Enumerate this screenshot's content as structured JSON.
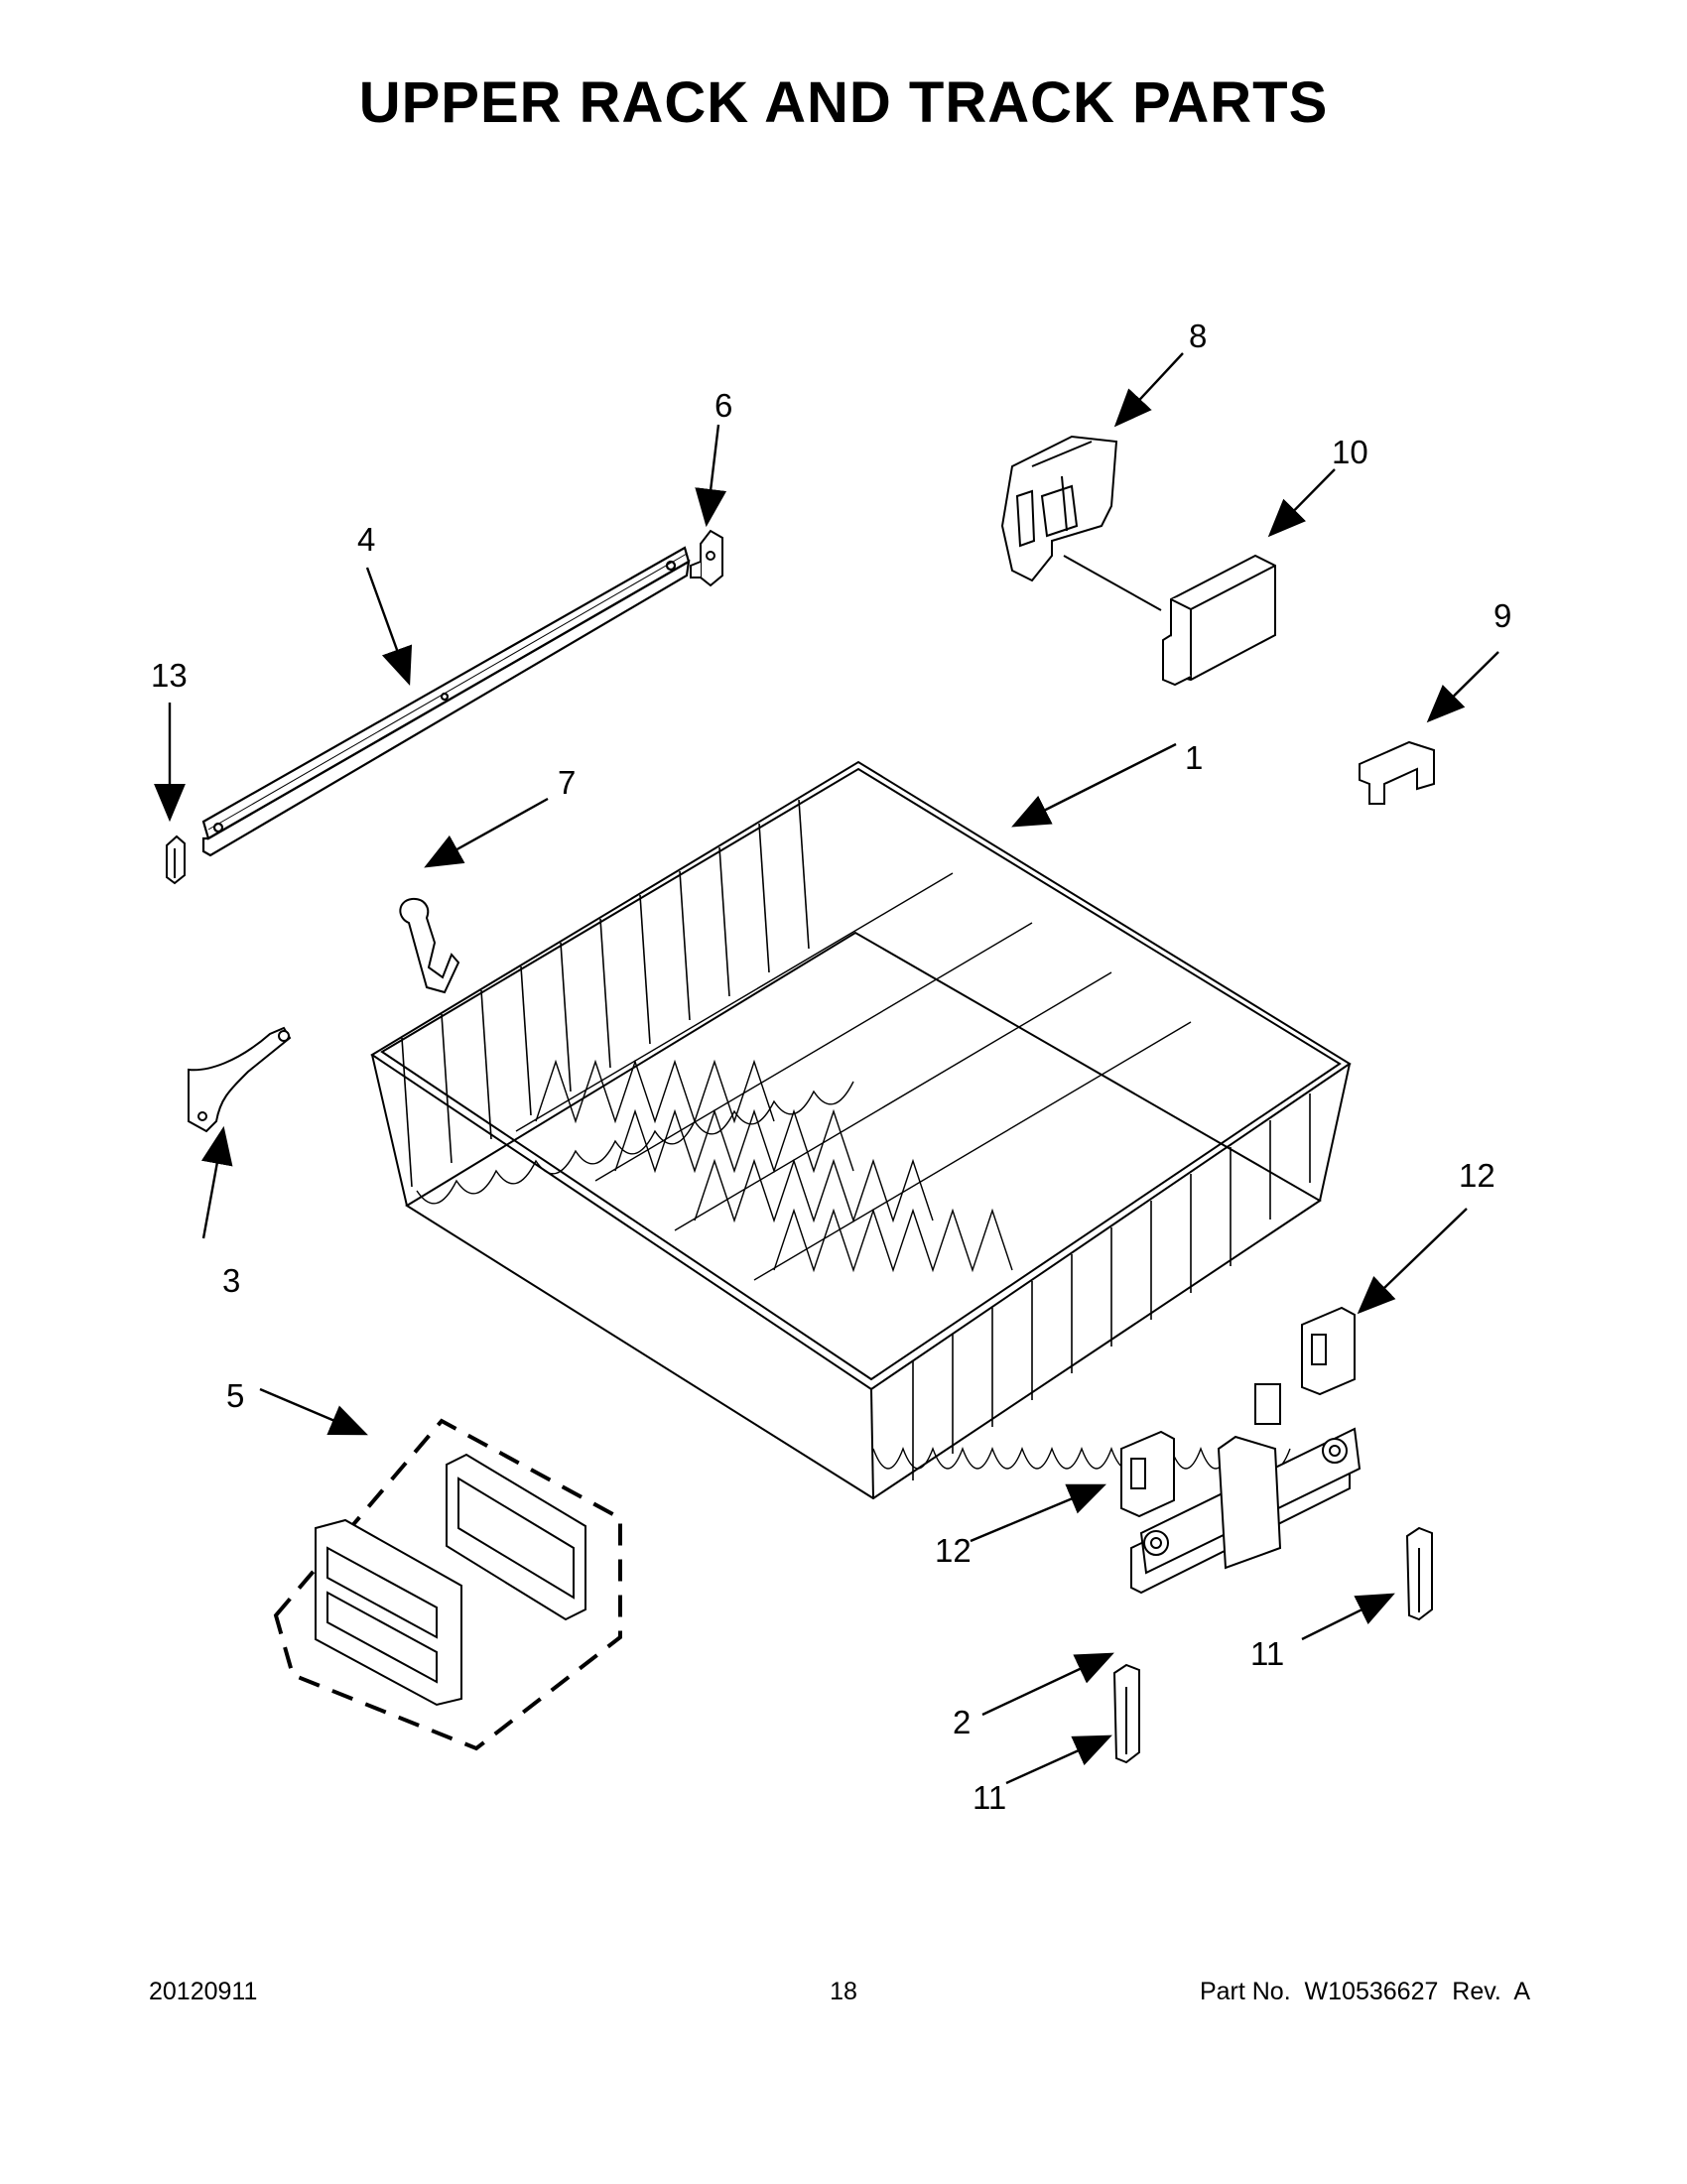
{
  "page_title": "UPPER RACK AND TRACK PARTS",
  "callouts": {
    "part_1": "1",
    "part_2": "2",
    "part_3": "3",
    "part_4": "4",
    "part_5": "5",
    "part_6": "6",
    "part_7": "7",
    "part_8": "8",
    "part_9": "9",
    "part_10": "10",
    "part_11_a": "11",
    "part_11_b": "11",
    "part_12_a": "12",
    "part_12_b": "12",
    "part_13": "13"
  },
  "footer": {
    "date_code": "20120911",
    "page_number": "18",
    "part_number": "Part No.  W10536627  Rev.  A"
  }
}
